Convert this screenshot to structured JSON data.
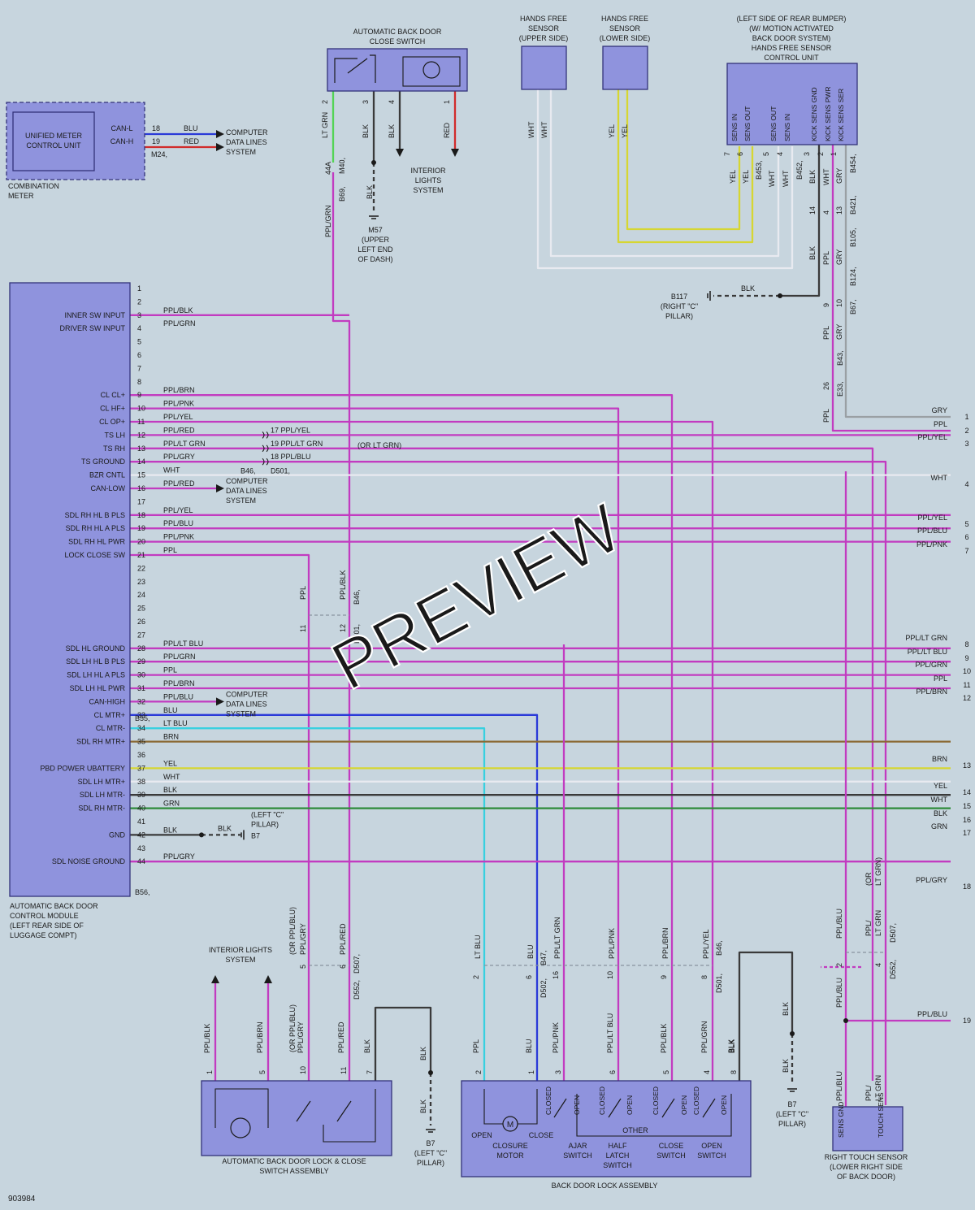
{
  "document_id": "903984",
  "watermark": "PREVIEW",
  "colors": {
    "background": "#c7d5de",
    "component_fill": "#8f93dd",
    "wire": {
      "PPL": "#c23bc0",
      "BLU": "#2a3ad8",
      "RED": "#d12b2b",
      "LTGRN": "#54d455",
      "GRN": "#2e8b3a",
      "BLK": "#3a3a3a",
      "WHT": "#e8eaf0",
      "YEL": "#d6d632",
      "BRN": "#8b6a34",
      "LTBLU": "#38d0e0",
      "GRY": "#9aa0a4"
    }
  },
  "combination_meter": {
    "label": "COMBINATION METER",
    "unit": "UNIFIED METER CONTROL UNIT",
    "pins": [
      {
        "name": "CAN-L",
        "num": "18",
        "color": "BLU"
      },
      {
        "name": "CAN-H",
        "num": "19",
        "color": "RED"
      }
    ],
    "connector": "M24",
    "destination": "COMPUTER DATA LINES SYSTEM"
  },
  "close_switch": {
    "title": "AUTOMATIC BACK DOOR CLOSE SWITCH",
    "pins": [
      {
        "num": "2",
        "color": "LT GRN"
      },
      {
        "num": "3",
        "color": "BLK"
      },
      {
        "num": "4",
        "color": "BLK"
      },
      {
        "num": "1",
        "color": "RED"
      }
    ],
    "connectors": [
      "44A",
      "M40",
      "B69"
    ],
    "ground": "M57 (UPPER LEFT END OF DASH)",
    "interior_lights": "INTERIOR LIGHTS SYSTEM"
  },
  "hands_free_sensors": [
    {
      "title": "HANDS FREE SENSOR (UPPER SIDE)",
      "wires": [
        "WHT",
        "WHT"
      ]
    },
    {
      "title": "HANDS FREE SENSOR (LOWER SIDE)",
      "wires": [
        "YEL",
        "YEL"
      ]
    }
  ],
  "hf_control_unit": {
    "title": "(LEFT SIDE OF REAR BUMPER) (W/ MOTION ACTIVATED BACK DOOR SYSTEM) HANDS FREE SENSOR CONTROL UNIT",
    "pins": [
      {
        "name": "SENS IN",
        "num": "7",
        "color": "YEL"
      },
      {
        "name": "SENS OUT",
        "num": "6",
        "color": "YEL"
      },
      {
        "name": "SENS OUT",
        "num": "5",
        "color": "WHT"
      },
      {
        "name": "SENS IN",
        "num": "4",
        "color": "WHT"
      },
      {
        "name": "KICK SENS GND",
        "num": "3",
        "color": "BLK"
      },
      {
        "name": "KICK SENS PWR",
        "num": "2",
        "color": "WHT"
      },
      {
        "name": "KICK SENS SER",
        "num": "1",
        "color": "GRY"
      }
    ],
    "connectors": [
      "B453",
      "B452",
      "B454",
      "B421",
      "B105",
      "B124",
      "B67",
      "B43",
      "E33"
    ],
    "ground": "B117 (RIGHT \"C\" PILLAR)"
  },
  "control_module": {
    "title": "AUTOMATIC BACK DOOR CONTROL MODULE (LEFT REAR SIDE OF LUGGAGE COMPT)",
    "connectors": [
      "B55",
      "B56"
    ],
    "pins": [
      {
        "num": "1",
        "name": "",
        "color": ""
      },
      {
        "num": "2",
        "name": "",
        "color": ""
      },
      {
        "num": "3",
        "name": "INNER SW INPUT",
        "color": "PPL/BLK"
      },
      {
        "num": "4",
        "name": "DRIVER SW INPUT",
        "color": "PPL/GRN"
      },
      {
        "num": "5",
        "name": "",
        "color": ""
      },
      {
        "num": "6",
        "name": "",
        "color": ""
      },
      {
        "num": "7",
        "name": "",
        "color": ""
      },
      {
        "num": "8",
        "name": "",
        "color": ""
      },
      {
        "num": "9",
        "name": "CL CL+",
        "color": "PPL/BRN"
      },
      {
        "num": "10",
        "name": "CL HF+",
        "color": "PPL/PNK"
      },
      {
        "num": "11",
        "name": "CL OP+",
        "color": "PPL/YEL"
      },
      {
        "num": "12",
        "name": "TS LH",
        "color": "PPL/RED"
      },
      {
        "num": "13",
        "name": "TS RH",
        "color": "PPL/LT GRN"
      },
      {
        "num": "14",
        "name": "TS GROUND",
        "color": "PPL/GRY"
      },
      {
        "num": "15",
        "name": "BZR CNTL",
        "color": "WHT"
      },
      {
        "num": "16",
        "name": "CAN-LOW",
        "color": "PPL/RED"
      },
      {
        "num": "17",
        "name": "",
        "color": ""
      },
      {
        "num": "18",
        "name": "SDL RH HL B PLS",
        "color": "PPL/YEL"
      },
      {
        "num": "19",
        "name": "SDL RH HL A PLS",
        "color": "PPL/BLU"
      },
      {
        "num": "20",
        "name": "SDL RH HL PWR",
        "color": "PPL/PNK"
      },
      {
        "num": "21",
        "name": "LOCK CLOSE SW",
        "color": "PPL"
      },
      {
        "num": "22",
        "name": "",
        "color": ""
      },
      {
        "num": "23",
        "name": "",
        "color": ""
      },
      {
        "num": "24",
        "name": "",
        "color": ""
      },
      {
        "num": "25",
        "name": "",
        "color": ""
      },
      {
        "num": "26",
        "name": "",
        "color": ""
      },
      {
        "num": "27",
        "name": "",
        "color": ""
      },
      {
        "num": "28",
        "name": "SDL HL GROUND",
        "color": "PPL/LT BLU"
      },
      {
        "num": "29",
        "name": "SDL LH HL B PLS",
        "color": "PPL/GRN"
      },
      {
        "num": "30",
        "name": "SDL LH HL A PLS",
        "color": "PPL"
      },
      {
        "num": "31",
        "name": "SDL LH HL PWR",
        "color": "PPL/BRN"
      },
      {
        "num": "32",
        "name": "CAN-HIGH",
        "color": "PPL/BLU"
      },
      {
        "num": "33",
        "name": "CL MTR+",
        "color": "BLU"
      },
      {
        "num": "34",
        "name": "CL MTR-",
        "color": "LT BLU"
      },
      {
        "num": "35",
        "name": "SDL RH MTR+",
        "color": "BRN"
      },
      {
        "num": "36",
        "name": "",
        "color": ""
      },
      {
        "num": "37",
        "name": "PBD POWER UBATTERY",
        "color": "YEL"
      },
      {
        "num": "38",
        "name": "SDL LH MTR+",
        "color": "WHT"
      },
      {
        "num": "39",
        "name": "SDL LH MTR-",
        "color": "BLK"
      },
      {
        "num": "40",
        "name": "SDL RH MTR-",
        "color": "GRN"
      },
      {
        "num": "41",
        "name": "",
        "color": ""
      },
      {
        "num": "42",
        "name": "GND",
        "color": "BLK"
      },
      {
        "num": "43",
        "name": "",
        "color": ""
      },
      {
        "num": "44",
        "name": "SDL NOISE GROUND",
        "color": "PPL/GRY"
      }
    ],
    "computer_data_lines": "COMPUTER DATA LINES SYSTEM",
    "ground": "(LEFT \"C\" PILLAR) B7"
  },
  "splices": [
    {
      "a": "17",
      "b": "19",
      "c": "18",
      "labels": [
        "PPL/YEL",
        "PPL/LT GRN",
        "PPL/BLU"
      ]
    },
    {
      "conn": [
        "B46",
        "D501"
      ]
    }
  ],
  "or_lt_grn": "(OR LT GRN)",
  "right_edge": [
    {
      "num": "1",
      "color": "GRY"
    },
    {
      "num": "2",
      "color": "PPL"
    },
    {
      "num": "3",
      "color": "PPL/YEL"
    },
    {
      "num": "4",
      "color": "WHT"
    },
    {
      "num": "5",
      "color": "PPL/YEL"
    },
    {
      "num": "6",
      "color": "PPL/BLU"
    },
    {
      "num": "7",
      "color": "PPL/PNK"
    },
    {
      "num": "8",
      "color": "PPL/LT GRN"
    },
    {
      "num": "9",
      "color": "PPL/LT BLU"
    },
    {
      "num": "10",
      "color": "PPL/GRN"
    },
    {
      "num": "11",
      "color": "PPL"
    },
    {
      "num": "12",
      "color": "PPL/BRN"
    },
    {
      "num": "13",
      "color": "BRN"
    },
    {
      "num": "14",
      "color": "YEL"
    },
    {
      "num": "15",
      "color": "WHT"
    },
    {
      "num": "16",
      "color": "BLK"
    },
    {
      "num": "17",
      "color": "GRN"
    },
    {
      "num": "18",
      "color": "PPL/GRY"
    },
    {
      "num": "19",
      "color": "PPL/BLU"
    }
  ],
  "lock_close_assembly": {
    "title": "AUTOMATIC BACK DOOR LOCK & CLOSE SWITCH ASSEMBLY",
    "interior_lights": "INTERIOR LIGHTS SYSTEM",
    "pins": [
      {
        "num": "1",
        "color": "PPL/BLK"
      },
      {
        "num": "5",
        "color": "PPL/BRN"
      },
      {
        "num": "10",
        "color": "PPL/GRY"
      },
      {
        "num": "11",
        "color": "PPL/RED"
      },
      {
        "num": "7",
        "color": "BLK"
      }
    ],
    "alt_color": "(OR PPL/BLU)",
    "ground": "B7 (LEFT \"C\" PILLAR)"
  },
  "back_door_lock": {
    "title": "BACK DOOR LOCK ASSEMBLY",
    "pins": [
      {
        "num": "2",
        "color": "PPL"
      },
      {
        "num": "1",
        "color": "BLU"
      },
      {
        "num": "3",
        "color": "PPL/PNK"
      },
      {
        "num": "6",
        "color": "PPL/LT BLU"
      },
      {
        "num": "5",
        "color": "PPL/BLK"
      },
      {
        "num": "4",
        "color": "PPL/GRN"
      },
      {
        "num": "8",
        "color": "BLK"
      }
    ],
    "labels": {
      "motor": "CLOSURE MOTOR",
      "open": "OPEN",
      "close": "CLOSE",
      "ajar": "AJAR SWITCH",
      "half": "HALF LATCH SWITCH",
      "close_sw": "CLOSE SWITCH",
      "open_sw": "OPEN SWITCH",
      "other": "OTHER",
      "closed": "CLOSED",
      "open_state": "OPEN"
    },
    "ground": "B7 (LEFT \"C\" PILLAR)"
  },
  "touch_sensor": {
    "title": "RIGHT TOUCH SENSOR (LOWER RIGHT SIDE OF BACK DOOR)",
    "pins": [
      {
        "name": "SENS GND",
        "color": "PPL/BLU"
      },
      {
        "name": "TOUCH SENS",
        "color": "PPL/ LT GRN"
      }
    ]
  }
}
